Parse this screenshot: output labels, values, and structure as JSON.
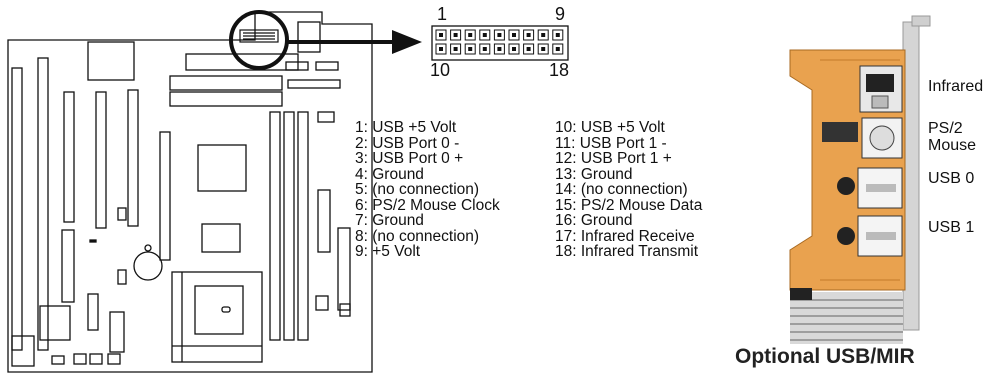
{
  "header": {
    "labels": {
      "top_left": "1",
      "top_right": "9",
      "bottom_left": "10",
      "bottom_right": "18"
    }
  },
  "pins_left": [
    "1: USB +5 Volt",
    "2: USB Port 0 -",
    "3: USB Port 0 +",
    "4: Ground",
    "5: (no connection)",
    "6: PS/2 Mouse Clock",
    "7: Ground",
    "8: (no connection)",
    "9: +5 Volt"
  ],
  "pins_right": [
    "10: USB +5 Volt",
    "11: USB Port 1 -",
    "12: USB Port 1 +",
    "13: Ground",
    "14: (no connection)",
    "15: PS/2 Mouse Data",
    "16: Ground",
    "17: Infrared Receive",
    "18: Infrared Transmit"
  ],
  "bracket": {
    "infrared": "Infrared",
    "ps2_line1": "PS/2",
    "ps2_line2": "Mouse",
    "usb0": "USB 0",
    "usb1": "USB 1",
    "caption": "Optional USB/MIR"
  },
  "colors": {
    "bracket_orange": "#e9a24f",
    "bracket_metal": "#d8d8d8",
    "line": "#111111"
  }
}
